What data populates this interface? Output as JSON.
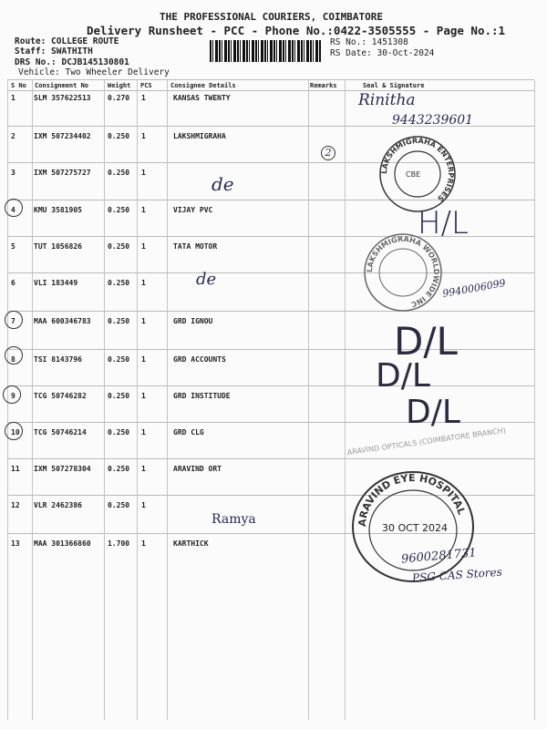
{
  "header": {
    "company": "THE PROFESSIONAL COURIERS, COIMBATORE",
    "title": "Delivery Runsheet - PCC - Phone No.:0422-3505555 - Page No.:1"
  },
  "meta": {
    "route": "Route: COLLEGE ROUTE",
    "staff": "Staff: SWATHITH",
    "drs": "DRS No.: DCJB145130801",
    "vehicle": "Vehicle: Two Wheeler Delivery",
    "rs_no": "RS No.: 1451308",
    "rs_date": "RS Date: 30-Oct-2024"
  },
  "columns": [
    "S No",
    "Consignment No",
    "Weight",
    "PCS",
    "Consignee Details",
    "Remarks",
    "Seal & Signature"
  ],
  "rows": [
    {
      "sno": "1",
      "cn": "SLM 357622513",
      "wt": "0.270",
      "pcs": "1",
      "consignee": "KANSAS TWENTY"
    },
    {
      "sno": "2",
      "cn": "IXM 507234402",
      "wt": "0.250",
      "pcs": "1",
      "consignee": "LAKSHMIGRAHA"
    },
    {
      "sno": "3",
      "cn": "IXM 507275727",
      "wt": "0.250",
      "pcs": "1",
      "consignee": ""
    },
    {
      "sno": "4",
      "cn": "KMU 3581905",
      "wt": "0.250",
      "pcs": "1",
      "consignee": "VIJAY PVC"
    },
    {
      "sno": "5",
      "cn": "TUT 1056826",
      "wt": "0.250",
      "pcs": "1",
      "consignee": "TATA MOTOR"
    },
    {
      "sno": "6",
      "cn": "VLI 183449",
      "wt": "0.250",
      "pcs": "1",
      "consignee": ""
    },
    {
      "sno": "7",
      "cn": "MAA 600346783",
      "wt": "0.250",
      "pcs": "1",
      "consignee": "GRD IGNOU"
    },
    {
      "sno": "8",
      "cn": "TSI 8143796",
      "wt": "0.250",
      "pcs": "1",
      "consignee": "GRD ACCOUNTS"
    },
    {
      "sno": "9",
      "cn": "TCG 50746282",
      "wt": "0.250",
      "pcs": "1",
      "consignee": "GRD INSTITUDE"
    },
    {
      "sno": "10",
      "cn": "TCG 50746214",
      "wt": "0.250",
      "pcs": "1",
      "consignee": "GRD CLG"
    },
    {
      "sno": "11",
      "cn": "IXM 507278304",
      "wt": "0.250",
      "pcs": "1",
      "consignee": "ARAVIND ORT"
    },
    {
      "sno": "12",
      "cn": "VLR 2462386",
      "wt": "0.250",
      "pcs": "1",
      "consignee": ""
    },
    {
      "sno": "13",
      "cn": "MAA 301366860",
      "wt": "1.700",
      "pcs": "1",
      "consignee": "KARTHICK"
    }
  ],
  "handwriting": {
    "sig1": "Rinitha",
    "phone1": "9443239601",
    "remark2": "2",
    "hl": "H/L",
    "phone2": "9940006099",
    "dl1": "D/L",
    "dl2": "D/L",
    "dl3": "D/L",
    "ramya": "Ramya",
    "phone3": "9600281731",
    "psg": "PSG CAS Stores",
    "ditto": "de"
  },
  "stamps": {
    "s1_outer": "LAKSHMIGRAHA ENTERPRISES",
    "s1_inner": "CBE",
    "s2_outer": "LAKSHMIGRAHA WORLDWIDE INC",
    "s3_outer": "ARAVIND EYE HOSPITAL",
    "s3_date": "30 OCT 2024",
    "s4": "ARAVIND OPTICALS (COIMBATORE BRANCH)"
  }
}
